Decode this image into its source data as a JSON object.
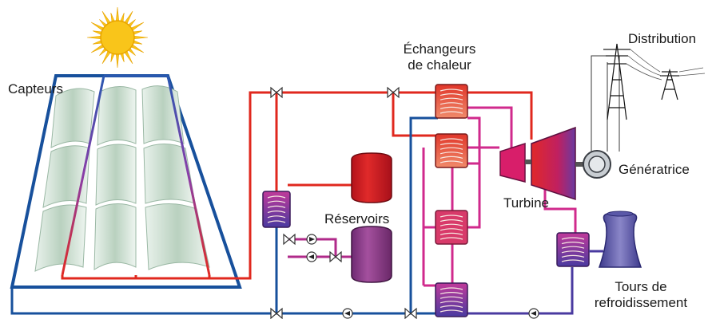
{
  "labels": {
    "collectors": "Capteurs",
    "heat_exchangers_line1": "Échangeurs",
    "heat_exchangers_line2": "de chaleur",
    "distribution": "Distribution",
    "generator": "Génératrice",
    "turbine": "Turbine",
    "reservoirs": "Réservoirs",
    "cooling_towers_line1": "Tours de",
    "cooling_towers_line2": "refroidissement"
  },
  "colors": {
    "hot_pipe": "#e0281e",
    "cold_pipe": "#17509c",
    "warm_pipe": "#d02a8c",
    "mixed_pipe": "#6a2c86",
    "hot_tank": "#d21e23",
    "salt_tank": "#8e3b8a",
    "sun": "#f9c51a",
    "mirror": "#cfe1d3"
  },
  "icons": [
    "sun-icon",
    "valve-icon",
    "pump-icon",
    "power-pylon-icon",
    "cooling-tower-icon",
    "generator-icon",
    "turbine-icon",
    "heat-exchanger-icon",
    "storage-tank-icon"
  ]
}
